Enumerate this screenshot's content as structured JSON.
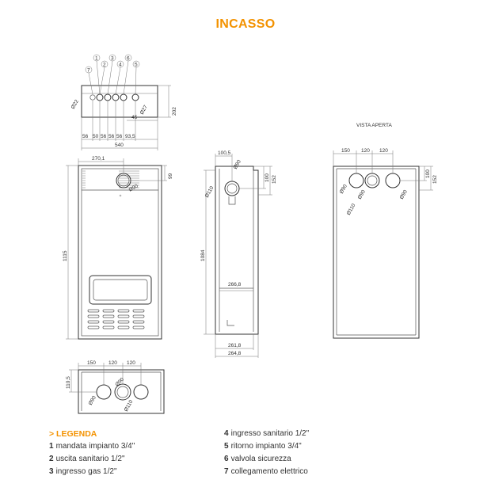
{
  "title": "INCASSO",
  "view_label": "VISTA APERTA",
  "callouts": [
    "1",
    "2",
    "3",
    "4",
    "5",
    "6",
    "7"
  ],
  "dimensions": {
    "top_view": {
      "spacing": [
        "56",
        "50",
        "56",
        "56",
        "56",
        "93,5"
      ],
      "width": "540",
      "depth": "202",
      "inner": "45",
      "diam_left": "Ø22",
      "diam_right": "Ø27"
    },
    "front_view": {
      "height": "1115",
      "offset": "270,1",
      "top_gap": "99",
      "diam": "Ø90"
    },
    "side_view": {
      "height": "1084",
      "top_offset": "100,5",
      "d1": "100",
      "d2": "152",
      "diam_top": "Ø90",
      "diam_left": "Ø110",
      "inner_w": "266,8",
      "base_w1": "261,8",
      "base_w2": "264,8"
    },
    "open_view": {
      "spacing": [
        "150",
        "120",
        "120"
      ],
      "d1": "100",
      "d2": "152",
      "diam_a": "Ø90",
      "diam_b": "Ø90",
      "diam_c": "Ø110",
      "diam_d": "Ø90"
    },
    "bottom_view": {
      "spacing": [
        "150",
        "120",
        "120"
      ],
      "depth": "110,5",
      "diam_a": "Ø90",
      "diam_b": "Ø90",
      "diam_c": "Ø110"
    }
  },
  "legend": {
    "heading": "> LEGENDA",
    "items": [
      {
        "num": "1",
        "text": "mandata impianto 3/4\""
      },
      {
        "num": "2",
        "text": "uscita sanitario 1/2\""
      },
      {
        "num": "3",
        "text": "ingresso gas 1/2\""
      },
      {
        "num": "4",
        "text": "ingresso sanitario 1/2\""
      },
      {
        "num": "5",
        "text": "ritorno impianto 3/4\""
      },
      {
        "num": "6",
        "text": "valvola sicurezza"
      },
      {
        "num": "7",
        "text": "collegamento elettrico"
      }
    ]
  },
  "colors": {
    "accent": "#f39200",
    "line": "#555555"
  }
}
